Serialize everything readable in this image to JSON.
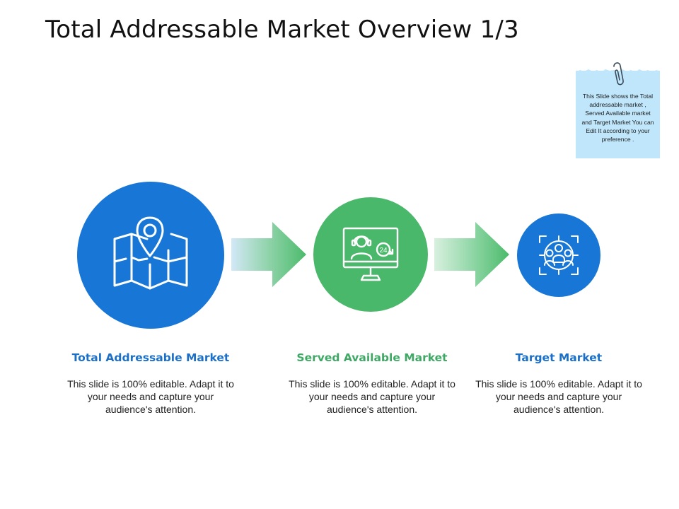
{
  "slide": {
    "title": "Total Addressable Market Overview 1/3"
  },
  "note": {
    "text": "This Slide shows the Total addressable market , Served Available market and Target Market You can Edit It according to your preference ."
  },
  "colors": {
    "blue": "#1877d6",
    "green": "#4ab86a",
    "heading_blue": "#1b6fc7",
    "heading_green": "#3fa864",
    "note_background": "#bfe6fb"
  },
  "items": [
    {
      "heading": "Total Addressable Market",
      "description": "This slide is 100% editable. Adapt it to your needs and capture your audience's attention.",
      "icon": "folded-map-pin-icon"
    },
    {
      "heading": "Served Available Market",
      "description": "This slide is 100% editable. Adapt it to your needs and capture your audience's attention.",
      "icon": "monitor-support-agent-24-icon",
      "badge": "24"
    },
    {
      "heading": "Target Market",
      "description": "This slide is 100% editable. Adapt it to your needs and capture your audience's attention.",
      "icon": "target-audience-icon"
    }
  ],
  "connectors": [
    "gradient-arrow-icon",
    "gradient-arrow-icon"
  ]
}
